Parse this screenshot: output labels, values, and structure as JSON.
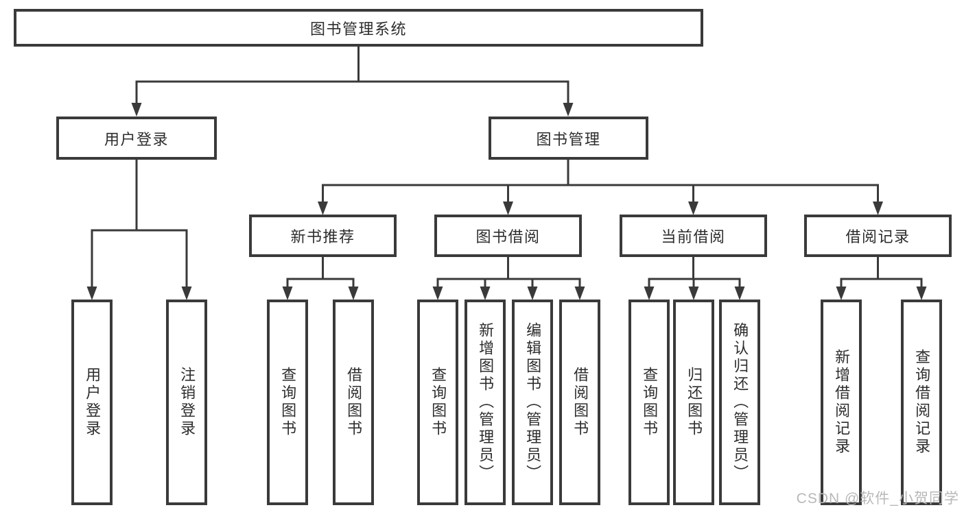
{
  "tree": {
    "label": "图书管理系统",
    "children": [
      {
        "label": "用户登录",
        "children": [
          {
            "label": "用户登录"
          },
          {
            "label": "注销登录"
          }
        ]
      },
      {
        "label": "图书管理",
        "children": [
          {
            "label": "新书推荐",
            "children": [
              {
                "label": "查询图书"
              },
              {
                "label": "借阅图书"
              }
            ]
          },
          {
            "label": "图书借阅",
            "children": [
              {
                "label": "查询图书"
              },
              {
                "label": "新增图书（管理员）"
              },
              {
                "label": "编辑图书（管理员）"
              },
              {
                "label": "借阅图书"
              }
            ]
          },
          {
            "label": "当前借阅",
            "children": [
              {
                "label": "查询图书"
              },
              {
                "label": "归还图书"
              },
              {
                "label": "确认归还（管理员）"
              }
            ]
          },
          {
            "label": "借阅记录",
            "children": [
              {
                "label": "新增借阅记录"
              },
              {
                "label": "查询借阅记录"
              }
            ]
          }
        ]
      }
    ]
  },
  "watermark": {
    "text": "CSDN @软件_小贺同学"
  },
  "colors": {
    "line": "#3a3a3a",
    "text": "#2d2d2d",
    "watermark": "#b8b8b8",
    "background": "#ffffff"
  }
}
